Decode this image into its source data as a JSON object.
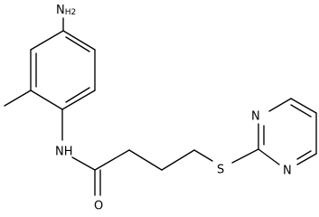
{
  "structure": {
    "atoms": {
      "amine_n": {
        "symbol": "N",
        "sub": "H2"
      },
      "amide_nh": {
        "symbol": "NH"
      },
      "carbonyl_o": {
        "symbol": "O"
      },
      "sulfur": {
        "symbol": "S"
      },
      "ring_n_upper": {
        "symbol": "N"
      },
      "ring_n_lower": {
        "symbol": "N"
      }
    }
  }
}
